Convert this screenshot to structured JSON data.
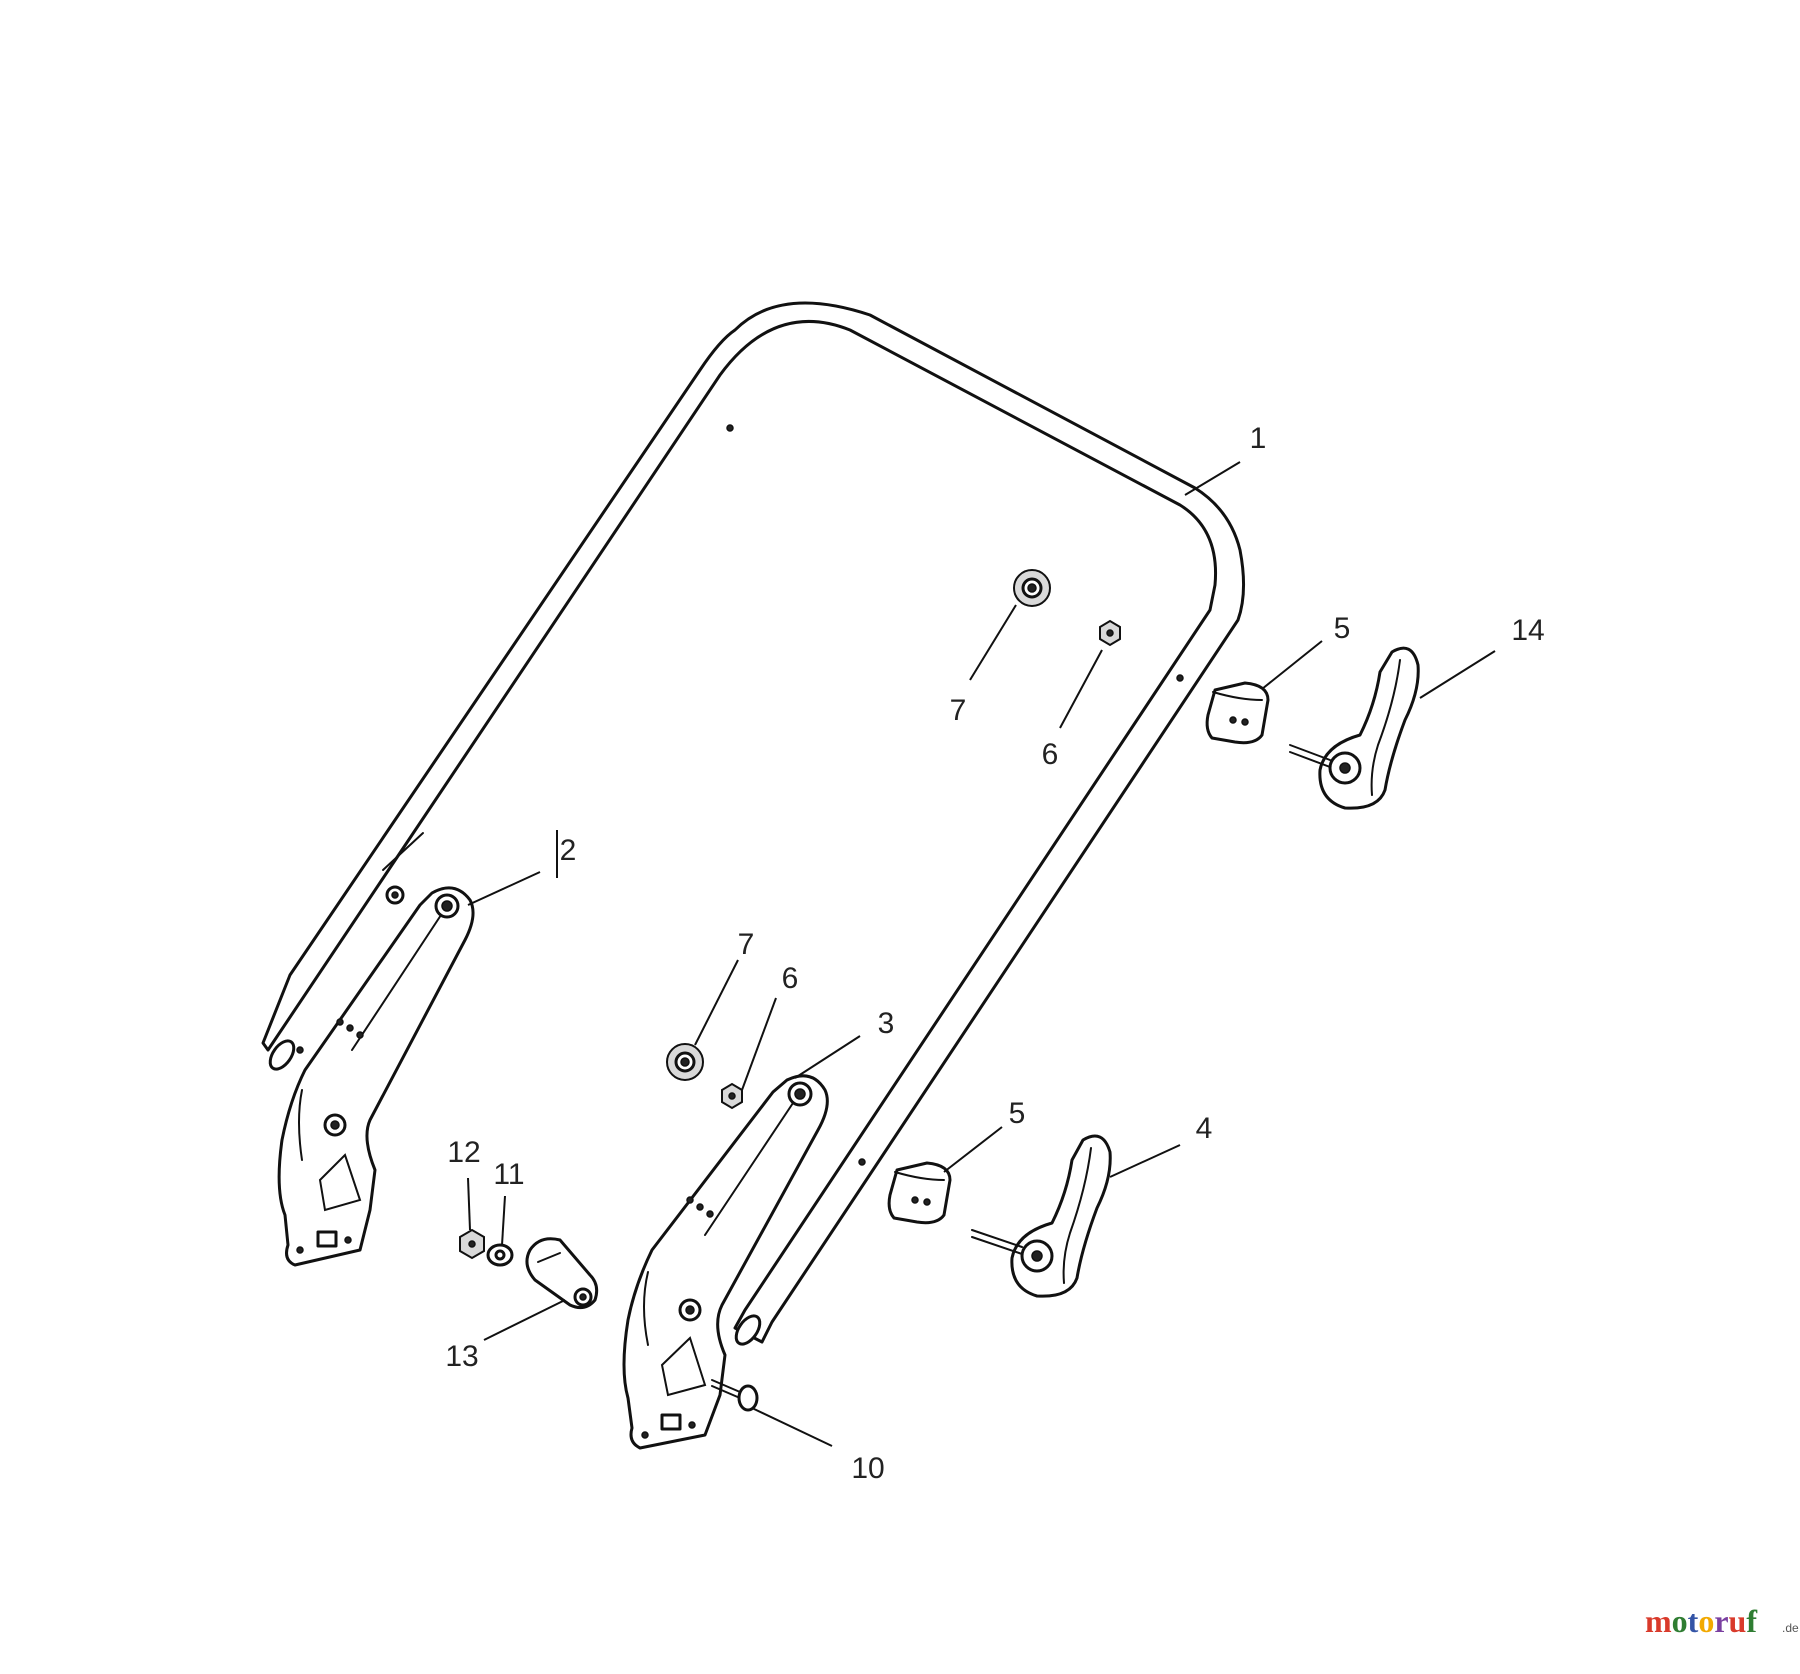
{
  "diagram": {
    "callouts": [
      "1",
      "2",
      "3",
      "4",
      "5",
      "5",
      "6",
      "6",
      "7",
      "7",
      "10",
      "11",
      "12",
      "13",
      "14"
    ]
  },
  "watermark": {
    "brand": "motoruf",
    "suffix": ".de",
    "colors": [
      "#d93a2b",
      "#2f7d32",
      "#3454a6",
      "#f2a900",
      "#7a3fa0"
    ]
  }
}
